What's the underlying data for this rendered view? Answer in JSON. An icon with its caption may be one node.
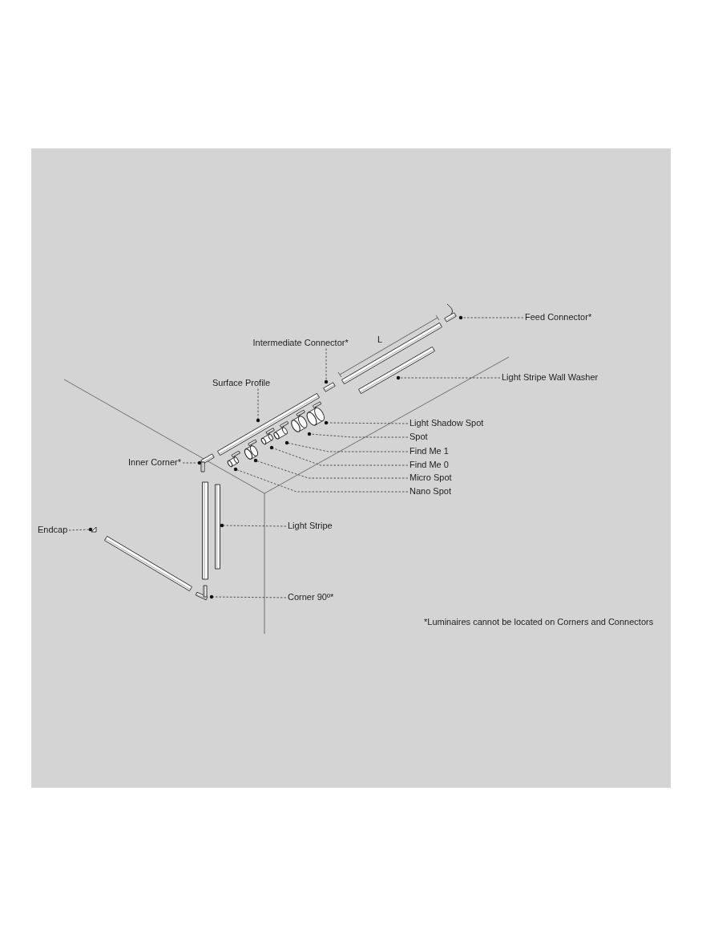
{
  "diagram": {
    "nodes": [
      {
        "text": [
          "Feed Connector*"
        ]
      },
      {
        "text": [
          "Intermediate Connector*"
        ]
      },
      {
        "text": [
          "Light Stripe Wall Washer"
        ]
      },
      {
        "text": [
          "Surface Profile"
        ]
      },
      {
        "text": [
          "Light Shadow Spot"
        ]
      },
      {
        "text": [
          "Spot"
        ]
      },
      {
        "text": [
          "Find Me 1"
        ]
      },
      {
        "text": [
          "Find Me 0"
        ]
      },
      {
        "text": [
          "Micro Spot"
        ]
      },
      {
        "text": [
          "Nano Spot"
        ]
      },
      {
        "text": [
          "Inner Corner*"
        ]
      },
      {
        "text": [
          "Endcap"
        ]
      },
      {
        "text": [
          "Light Stripe"
        ]
      },
      {
        "text": [
          "Corner 90º*"
        ]
      },
      {
        "text": [],
        "shape": "picture"
      },
      {
        "text": [],
        "shape": "picture"
      },
      {
        "text": [],
        "shape": "picture"
      },
      {
        "text": [],
        "shape": "picture"
      },
      {
        "text": [],
        "shape": "picture"
      },
      {
        "text": [],
        "shape": "picture"
      },
      {
        "text": [],
        "shape": "picture"
      },
      {
        "text": [],
        "shape": "picture"
      },
      {
        "text": [],
        "shape": "picture"
      },
      {
        "text": [],
        "shape": "picture"
      },
      {
        "text": [],
        "shape": "picture"
      },
      {
        "text": [],
        "shape": "picture"
      },
      {
        "text": [],
        "shape": "picture"
      },
      {
        "text": [],
        "shape": "picture"
      }
    ],
    "edges": [
      {
        "from": 0,
        "to": 14,
        "arrow": "other",
        "style": "dashed"
      },
      {
        "from": 1,
        "to": 15,
        "arrow": "other",
        "style": "dashed"
      },
      {
        "from": 2,
        "to": 16,
        "arrow": "other",
        "style": "dashed"
      },
      {
        "from": 3,
        "to": 17,
        "arrow": "other",
        "style": "dashed"
      },
      {
        "from": 4,
        "to": 18,
        "arrow": "other",
        "style": "dashed"
      },
      {
        "from": 5,
        "to": 19,
        "arrow": "other",
        "style": "dashed"
      },
      {
        "from": 6,
        "to": 20,
        "arrow": "other",
        "style": "dashed"
      },
      {
        "from": 7,
        "to": 21,
        "arrow": "other",
        "style": "dashed"
      },
      {
        "from": 8,
        "to": 22,
        "arrow": "other",
        "style": "dashed"
      },
      {
        "from": 9,
        "to": 23,
        "arrow": "other",
        "style": "dashed"
      },
      {
        "from": 10,
        "to": 24,
        "arrow": "other",
        "style": "dashed"
      },
      {
        "from": 11,
        "to": 25,
        "arrow": "other",
        "style": "dashed"
      },
      {
        "from": 12,
        "to": 26,
        "arrow": "other",
        "style": "dashed"
      },
      {
        "from": 13,
        "to": 27,
        "arrow": "other",
        "style": "dashed"
      }
    ],
    "labels": [
      "L",
      "*Luminaires cannot be located on Corners and Connectors"
    ]
  }
}
